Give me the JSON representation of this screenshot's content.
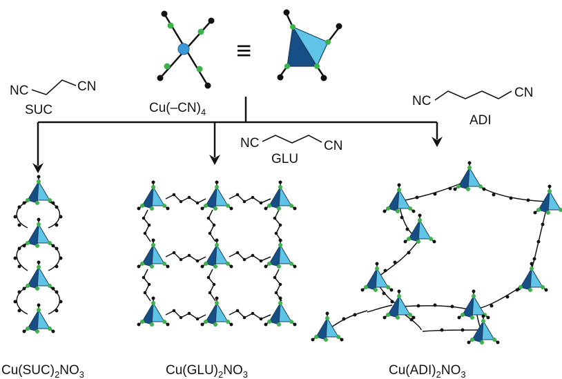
{
  "center_label": "Cu(–CN)",
  "center_label_sub": "4",
  "equals_symbol": "≡",
  "ligands": {
    "suc": {
      "left": "NC",
      "right": "CN",
      "name": "SUC"
    },
    "glu": {
      "left": "NC",
      "right": "CN",
      "name": "GLU"
    },
    "adi": {
      "left": "NC",
      "right": "CN",
      "name": "ADI"
    }
  },
  "products": {
    "suc": {
      "base": "Cu(SUC)",
      "sub1": "2",
      "mid": "NO",
      "sub2": "3"
    },
    "glu": {
      "base": "Cu(GLU)",
      "sub1": "2",
      "mid": "NO",
      "sub2": "3"
    },
    "adi": {
      "base": "Cu(ADI)",
      "sub1": "2",
      "mid": "NO",
      "sub2": "3"
    }
  },
  "colors": {
    "copper": "#3a9ad9",
    "nitrile_n": "#3cb34a",
    "carbon": "#111111",
    "tetra_light": "#5fc4e6",
    "tetra_dark": "#164f86"
  }
}
